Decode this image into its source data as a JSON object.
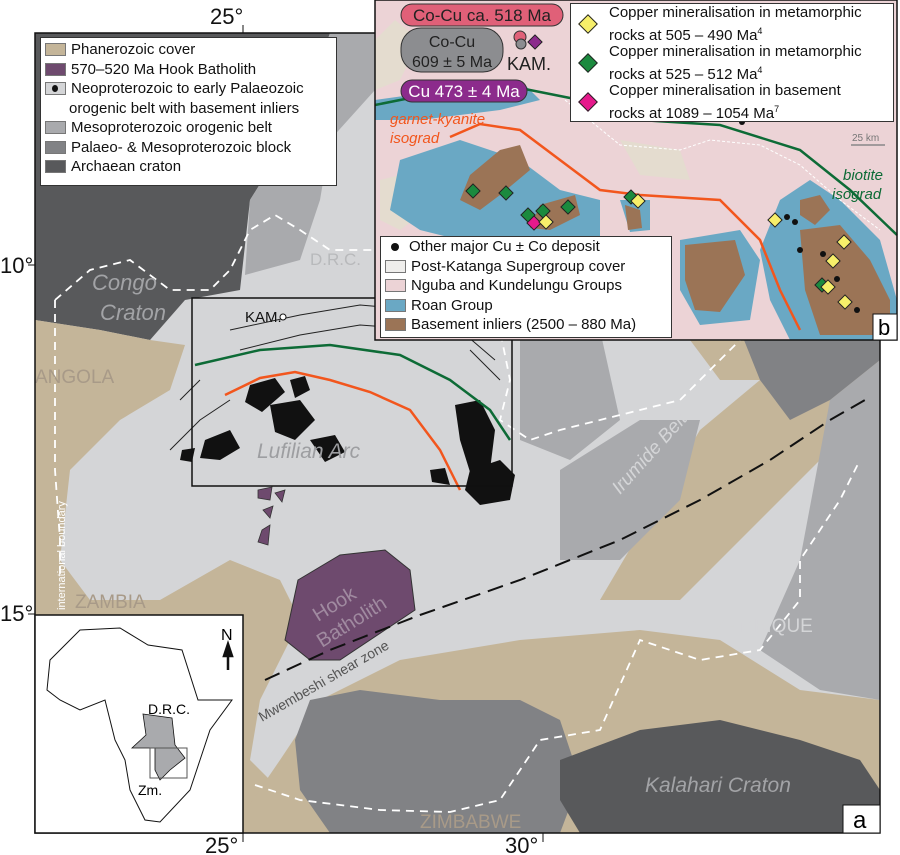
{
  "panel_labels": {
    "a": "a",
    "b": "b"
  },
  "graticule": {
    "top_lon": "25°",
    "bottom_lon_1": "25°",
    "bottom_lon_2": "30°",
    "lat_1": "10°",
    "lat_2": "15°"
  },
  "map_a": {
    "labels": {
      "congo": "Congo\nCraton",
      "congo_l1": "Congo",
      "congo_l2": "Craton",
      "drc": "D.R.C.",
      "angola": "ANGOLA",
      "zambia": "ZAMBIA",
      "kam": "KAM.",
      "lufilian": "Lufilian Arc",
      "irumide": "Irumide Belt",
      "mozambique": "MOZAMBIQUE",
      "hook_l1": "Hook",
      "hook_l2": "Batholith",
      "mwembeshi": "Mwembeshi shear zone",
      "kalahari": "Kalahari Craton",
      "zimbabwe": "ZIMBABWE",
      "intl_boundary": "international boundary"
    },
    "legend": [
      {
        "label": "Phanerozoic cover",
        "color": "#c4b599"
      },
      {
        "label": "570–520 Ma Hook Batholith",
        "color": "#6e4a6e"
      },
      {
        "label": "Neoproterozoic to early Palaeozoic",
        "label2": "orogenic belt with basement inliers",
        "color": "#d4d5d7"
      },
      {
        "label": "Mesoproterozoic orogenic belt",
        "color": "#a9aaad"
      },
      {
        "label": "Palaeo- & Mesoproterozoic block",
        "color": "#818285"
      },
      {
        "label": "Archaean craton",
        "color": "#58595b"
      }
    ],
    "africa_inset": {
      "north": "N",
      "drc": "D.R.C.",
      "zm": "Zm."
    }
  },
  "map_b": {
    "ages": {
      "co_cu_518": "Co-Cu ca. 518 Ma",
      "co_cu_609_l1": "Co-Cu",
      "co_cu_609_l2": "609 ± 5 Ma",
      "cu_473": "Cu 473 ± 4 Ma",
      "kam": "KAM."
    },
    "isograds": {
      "gk_l1": "garnet-kyanite",
      "gk_l2": "isograd",
      "bi_l1": "biotite",
      "bi_l2": "isograd"
    },
    "scale": "25 km",
    "mineral_legend": [
      {
        "l1": "Copper mineralisation in metamorphic",
        "l2": "rocks at 505 – 490 Ma",
        "sup": "4",
        "color": "#f7ef6a"
      },
      {
        "l1": "Copper mineralisation in metamorphic",
        "l2": "rocks at 525 – 512 Ma",
        "sup": "4",
        "color": "#1b8a3e"
      },
      {
        "l1": "Copper mineralisation in basement",
        "l2": "rocks at 1089 – 1054 Ma",
        "sup": "7",
        "color": "#e6198c"
      }
    ],
    "unit_legend": [
      {
        "label": "Other major Cu ± Co deposit",
        "type": "dot"
      },
      {
        "label": "Post-Katanga Supergroup cover",
        "color": "#efeeec"
      },
      {
        "label": "Nguba and Kundelungu Groups",
        "color": "#ecd3d6"
      },
      {
        "label": "Roan Group",
        "color": "#6aa8c4"
      },
      {
        "label": "Basement inliers (2500 – 880 Ma)",
        "color": "#9b7456"
      }
    ]
  }
}
